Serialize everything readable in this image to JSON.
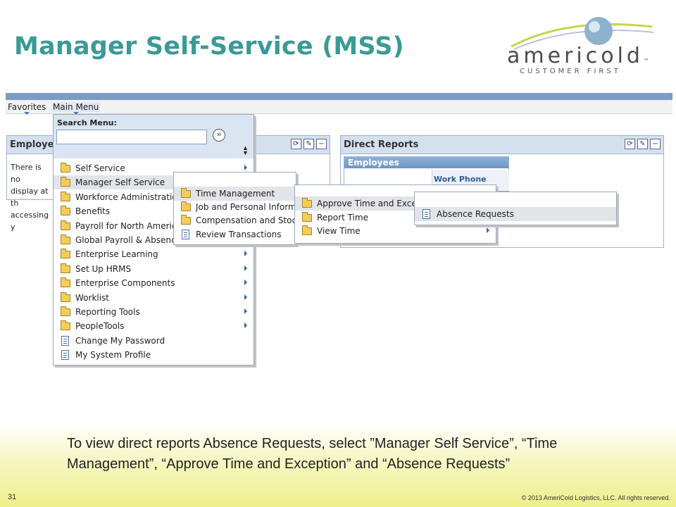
{
  "slide": {
    "title": "Manager Self-Service (MSS)",
    "caption": "To view direct reports Absence Requests, select ”Manager Self Service”, “Time Management”, “Approve Time and Exception” and “Absence Requests”",
    "page_number": "31",
    "copyright": "© 2013 AmeriCold Logistics, LLC. All rights reserved."
  },
  "logo": {
    "wordmark": "americold",
    "tm": "™",
    "tagline": "CUSTOMER FIRST"
  },
  "nav": {
    "favorites": "Favorites",
    "main_menu": "Main Menu"
  },
  "pagelets": {
    "employee": {
      "title": "Employee",
      "text": [
        "There is no",
        "display at th",
        "accessing y"
      ]
    },
    "direct_reports": {
      "title": "Direct Reports",
      "grid_title": "Employees",
      "col_work_phone": "Work Phone"
    }
  },
  "pagelet_icons": {
    "refresh": "⟳",
    "edit": "✎",
    "minimize": "−"
  },
  "menu": {
    "search_label": "Search Menu:",
    "search_value": "",
    "search_go": "»",
    "items": [
      {
        "label": "Self Service",
        "icon": "folder"
      },
      {
        "label": "Manager Self Service",
        "icon": "folder"
      },
      {
        "label": "Workforce Administration",
        "icon": "folder"
      },
      {
        "label": "Benefits",
        "icon": "folder"
      },
      {
        "label": "Payroll for North America",
        "icon": "folder"
      },
      {
        "label": "Global Payroll & Absence Mgmt",
        "icon": "folder"
      },
      {
        "label": "Enterprise Learning",
        "icon": "folder"
      },
      {
        "label": "Set Up HRMS",
        "icon": "folder"
      },
      {
        "label": "Enterprise Components",
        "icon": "folder"
      },
      {
        "label": "Worklist",
        "icon": "folder"
      },
      {
        "label": "Reporting Tools",
        "icon": "folder"
      },
      {
        "label": "PeopleTools",
        "icon": "folder"
      },
      {
        "label": "Change My Password",
        "icon": "document"
      },
      {
        "label": "My System Profile",
        "icon": "document"
      }
    ]
  },
  "submenu_mss": [
    {
      "label": "Time Management",
      "icon": "folder"
    },
    {
      "label": "Job and Personal Information",
      "icon": "folder"
    },
    {
      "label": "Compensation and Stock",
      "icon": "folder"
    },
    {
      "label": "Review Transactions",
      "icon": "document"
    }
  ],
  "submenu_time": [
    {
      "label": "Approve Time and Exceptions",
      "icon": "folder"
    },
    {
      "label": "Report Time",
      "icon": "folder"
    },
    {
      "label": "View Time",
      "icon": "folder"
    }
  ],
  "submenu_approve": [
    {
      "label": "Absence Requests",
      "icon": "document"
    }
  ],
  "colors": {
    "title": "#3a9a97",
    "ps_blue": "#7a9cc6",
    "highlight": "#e1e4e8"
  }
}
